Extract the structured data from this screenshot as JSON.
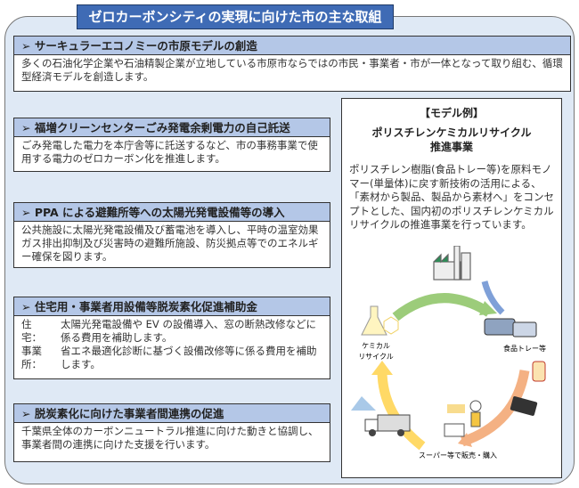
{
  "title": "ゼロカーボンシティの実現に向けた市の主な取組",
  "sections": [
    {
      "heading": "サーキュラーエコノミーの市原モデルの創造",
      "body": "多くの石油化学企業や石油精製企業が立地している市原市ならではの市民・事業者・市が一体となって取り組む、循環型経済モデルを創造します。"
    },
    {
      "heading": "福増クリーンセンターごみ発電余剰電力の自己託送",
      "body": "ごみ発電した電力を本庁舎等に託送するなど、市の事務事業で使用する電力のゼロカーボン化を推進します。"
    },
    {
      "heading": "PPA による避難所等への太陽光発電設備等の導入",
      "body": "公共施設に太陽光発電設備及び蓄電池を導入し、平時の温室効果ガス排出抑制及び災害時の避難所施設、防災拠点等でのエネルギー確保を図ります。"
    },
    {
      "heading": "住宅用・事業者用設備等脱炭素化促進補助金",
      "rows": [
        {
          "key": "住　宅：",
          "value": "太陽光発電設備や EV の設備導入、窓の断熱改修などに係る費用を補助します。"
        },
        {
          "key": "事業所：",
          "value": "省エネ最適化診断に基づく設備改修等に係る費用を補助します。"
        }
      ]
    },
    {
      "heading": "脱炭素化に向けた事業者間連携の促進",
      "body": "千葉県全体のカーボンニュートラル推進に向けた動きと協調し、事業者間の連携に向けた支援を行います。"
    }
  ],
  "bullet": "➢",
  "model": {
    "label": "【モデル例】",
    "title1": "ポリスチレンケミカルリサイクル",
    "title2": "推進事業",
    "body": "ポリスチレン樹脂(食品トレー等)を原料モノマー(単量体)に戻す新技術の活用による、「素材から製品、製品から素材へ」をコンセプトとした、国内初のポリスチレンケミカルリサイクルの推進事業を行っています。",
    "cycle": {
      "recycle1": "ケミカル",
      "recycle2": "リサイクル",
      "tray": "食品トレー等",
      "store": "スーパー等で販売・購入"
    }
  },
  "colors": {
    "title_bg": "#3f6bb5",
    "header_bg": "#b4c7e7",
    "outer_bg": "#dfe9f5"
  }
}
